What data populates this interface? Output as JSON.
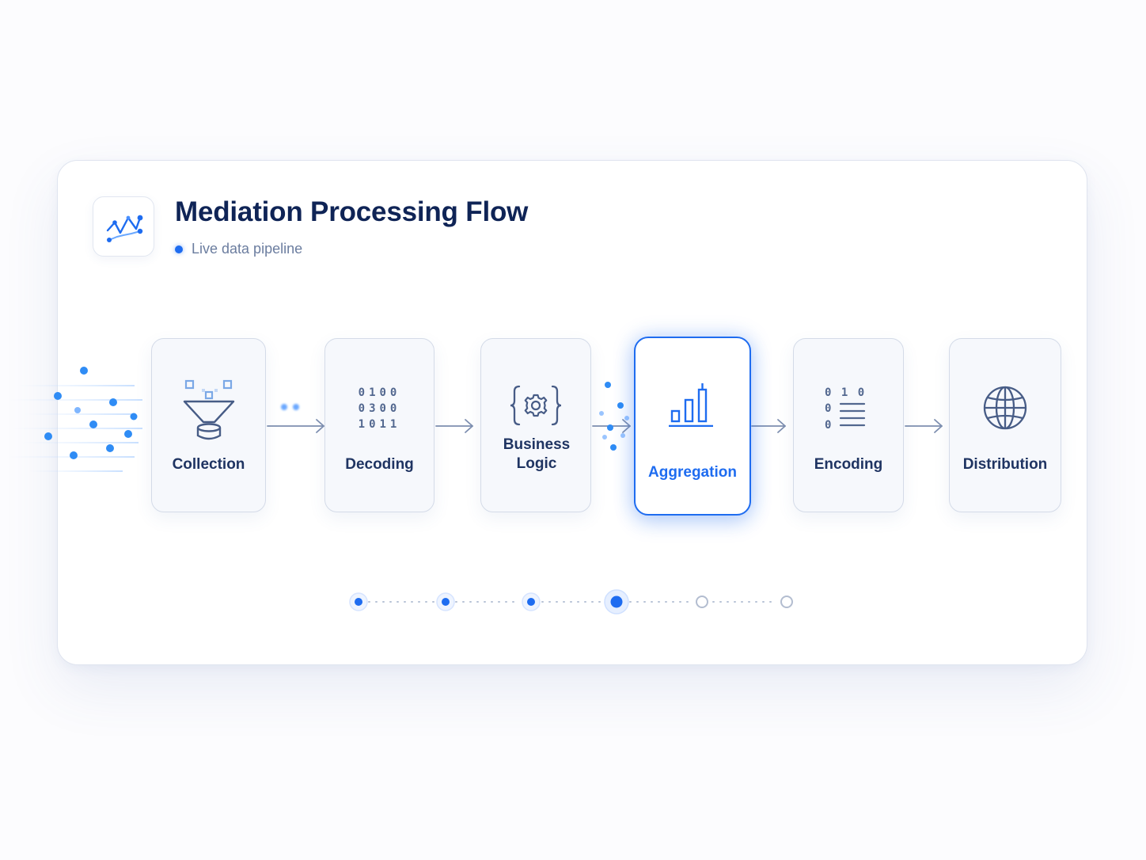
{
  "header": {
    "title": "Mediation Processing Flow",
    "subtitle": "Live data pipeline"
  },
  "colors": {
    "accent": "#1e6cf0",
    "title": "#0f2456",
    "stage_border": "#d4dbe8",
    "muted": "#6b7d9f"
  },
  "pipeline": {
    "active_step": 4,
    "stages": [
      {
        "label": "Collection",
        "icon": "funnel-icon"
      },
      {
        "label": "Decoding",
        "icon": "binary-icon",
        "binary_lines": [
          "0100",
          "0300",
          "1011"
        ]
      },
      {
        "label": "Business Logic",
        "icon": "gear-code-icon"
      },
      {
        "label": "Aggregation",
        "icon": "bar-chart-icon",
        "active": true
      },
      {
        "label": "Encoding",
        "icon": "encoded-list-icon",
        "bits_top": "0 1 0",
        "bits_col": [
          "0",
          "0"
        ]
      },
      {
        "label": "Distribution",
        "icon": "globe-icon"
      }
    ]
  },
  "progress": {
    "total_steps": 6,
    "completed_steps": 3,
    "current_step": 4
  }
}
